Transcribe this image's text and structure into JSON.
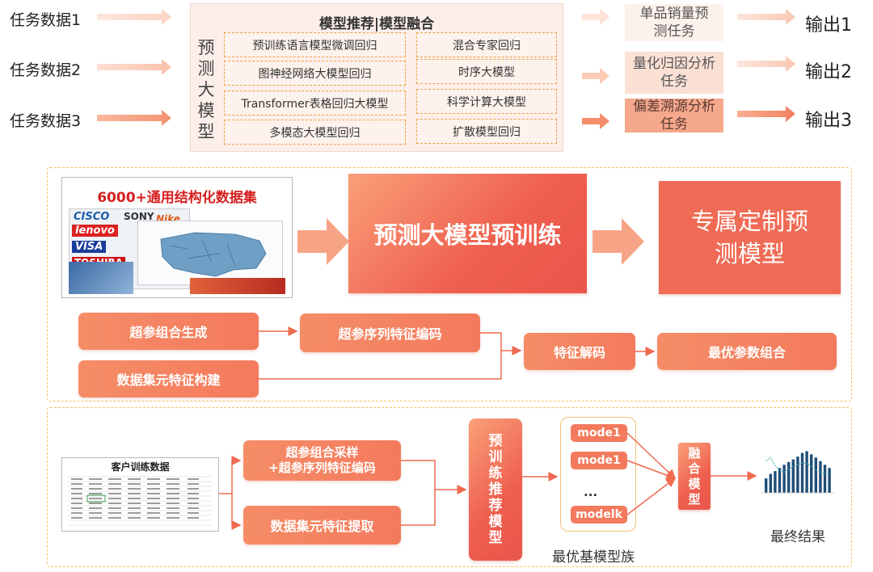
{
  "inputs": [
    "任务数据1",
    "任务数据2",
    "任务数据3"
  ],
  "top_panel": {
    "title": "模型推荐|模型融合",
    "vertical_label": [
      "预",
      "测",
      "大",
      "模",
      "型"
    ],
    "methods_left": [
      "预训练语言模型微调回归",
      "图神经网络大模型回归",
      "Transformer表格回归大模型",
      "多模态大模型回归"
    ],
    "methods_right": [
      "混合专家回归",
      "时序大模型",
      "科学计算大模型",
      "扩散模型回归"
    ]
  },
  "tasks": [
    {
      "lines": [
        "单品销量预",
        "测任务"
      ]
    },
    {
      "lines": [
        "量化归因分析",
        "任务"
      ]
    },
    {
      "lines": [
        "偏差溯源分析",
        "任务"
      ]
    }
  ],
  "outputs": [
    "输出1",
    "输出2",
    "输出3"
  ],
  "pretrain_section": {
    "dataset_title": "6000+通用结构化数据集",
    "brand_words": [
      "CISCO",
      "SONY",
      "Nike",
      "lenovo",
      "VISA",
      "TOSHIBA"
    ],
    "pretrain_box": "预测大模型预训练",
    "custom_box": [
      "专属定制预",
      "测模型"
    ],
    "pipeline": {
      "hp_gen": "超参组合生成",
      "hp_encode": "超参序列特征编码",
      "meta_build": "数据集元特征构建",
      "feat_decode": "特征解码",
      "best_params": "最优参数组合"
    }
  },
  "bottom_section": {
    "client_data_title": "客户训练数据",
    "sample_box": [
      "超参组合采样",
      "+超参序列特征编码"
    ],
    "meta_extract": "数据集元特征提取",
    "recommend_model": [
      "预",
      "训",
      "练",
      "推",
      "荐",
      "模",
      "型"
    ],
    "models": [
      "mode1",
      "mode1",
      "...",
      "modelk"
    ],
    "model_family_caption": "最优基模型族",
    "fusion_model": [
      "融",
      "合",
      "模",
      "型"
    ],
    "final_caption": "最终结果",
    "bar_values": [
      0.32,
      0.42,
      0.48,
      0.55,
      0.62,
      0.68,
      0.74,
      0.8,
      0.88,
      0.92,
      0.85,
      0.78,
      0.7,
      0.62,
      0.55
    ],
    "line_values": [
      0.7,
      0.78,
      0.6,
      0.5,
      0.45,
      0.52,
      0.58,
      0.62,
      0.66,
      0.64,
      0.58,
      0.5,
      0.46,
      0.42,
      0.45
    ]
  },
  "colors": {
    "accent": "#ef6b55",
    "accent_light": "#f7a486",
    "panel_bg": "#fcefea",
    "dash": "#f3c45f"
  }
}
